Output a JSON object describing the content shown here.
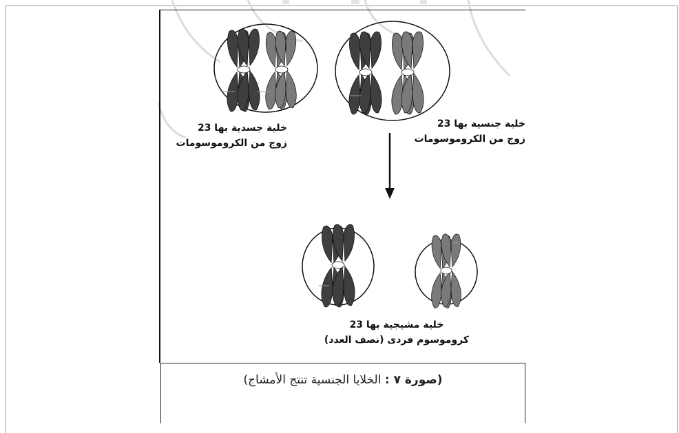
{
  "figure": {
    "cell_left_label_line1": "خلية جسدية بها 23",
    "cell_left_label_line2": "زوج من الكروموسومات",
    "cell_right_label_line1": "خلية جنسية بها 23",
    "cell_right_label_line2": "زوج من الكروموسومات",
    "gamete_label_line1": "خلية مشيجية بها 23",
    "gamete_label_line2": "كروموسوم فردى (نصف العدد)"
  },
  "caption": {
    "prefix": "(صورة ٧ :",
    "text": " الخلايا الجنسية تنتج الأمشاج)"
  },
  "colors": {
    "chromosome_dark": "#3f3f3f",
    "chromosome_mid": "#7a7a7a",
    "outline": "#111111"
  }
}
